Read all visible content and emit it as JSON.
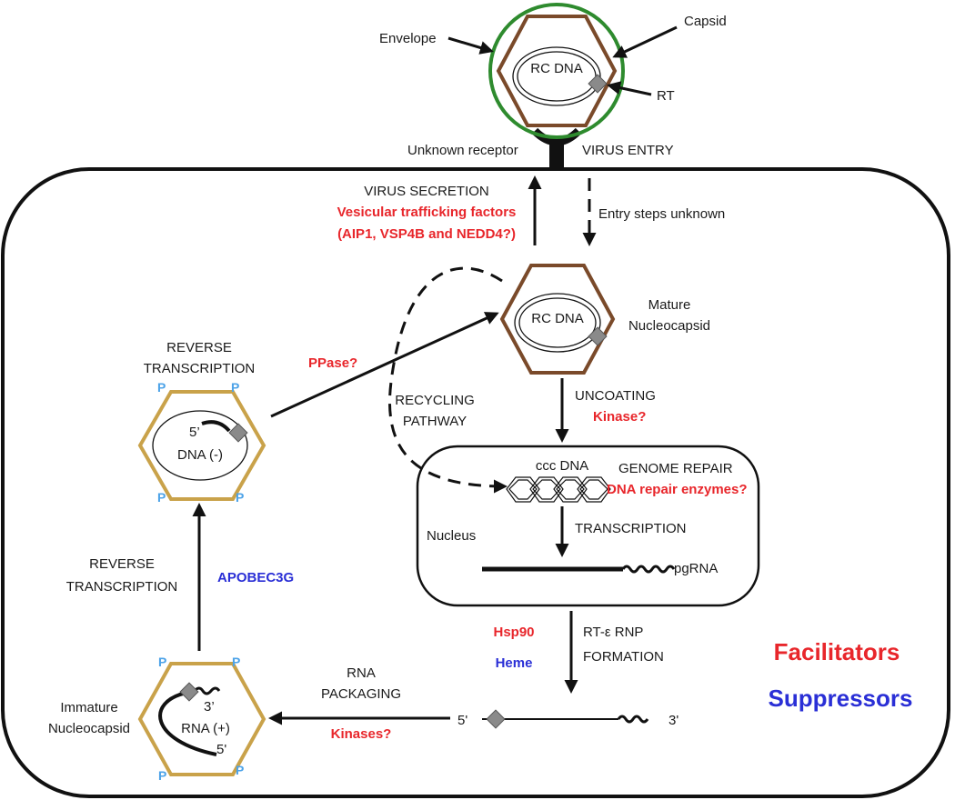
{
  "virion": {
    "envelope": "Envelope",
    "capsid": "Capsid",
    "rc_dna": "RC DNA",
    "rt": "RT"
  },
  "entry": {
    "receptor": "Unknown receptor",
    "virus_entry": "VIRUS ENTRY",
    "entry_steps": "Entry steps unknown"
  },
  "secretion": {
    "title": "VIRUS SECRETION",
    "factors_line1": "Vesicular trafficking factors",
    "factors_line2": "(AIP1, VSP4B and NEDD4?)"
  },
  "mature": {
    "rc_dna": "RC DNA",
    "label_line1": "Mature",
    "label_line2": "Nucleocapsid"
  },
  "recycling": {
    "line1": "RECYCLING",
    "line2": "PATHWAY"
  },
  "uncoating": {
    "title": "UNCOATING",
    "factor": "Kinase?"
  },
  "rt_top": {
    "line1": "REVERSE",
    "line2": "TRANSCRIPTION",
    "five_prime": "5’",
    "dna": "DNA (-)",
    "p": "P"
  },
  "pphase": "PPase?",
  "nucleus": {
    "label": "Nucleus",
    "ccc": "ccc DNA",
    "repair": "GENOME REPAIR",
    "repair_factor": "DNA repair enzymes?",
    "transcription": "TRANSCRIPTION",
    "pgrna": "pgRNA"
  },
  "rnp": {
    "hsp90": "Hsp90",
    "heme": "Heme",
    "line1": "RT-ε RNP",
    "line2": "FORMATION",
    "five": "5'",
    "three": "3'"
  },
  "packaging": {
    "line1": "RNA",
    "line2": "PACKAGING",
    "factor": "Kinases?"
  },
  "rt_bottom": {
    "line1": "REVERSE",
    "line2": "TRANSCRIPTION",
    "factor": "APOBEC3G"
  },
  "immature": {
    "label_line1": "Immature",
    "label_line2": "Nucleocapsid",
    "three_prime": "3’",
    "rna": "RNA (+)",
    "five_prime": "5'",
    "p": "P"
  },
  "legend": {
    "facilitators": "Facilitators",
    "suppressors": "Suppressors"
  },
  "colors": {
    "facilitator": "#e8262b",
    "suppressor": "#2a2fd6",
    "phosphate": "#4da3e8",
    "envelope": "#2e8b2e",
    "capsid": "#7a4a2a",
    "immature_capsid": "#c9a24a"
  }
}
